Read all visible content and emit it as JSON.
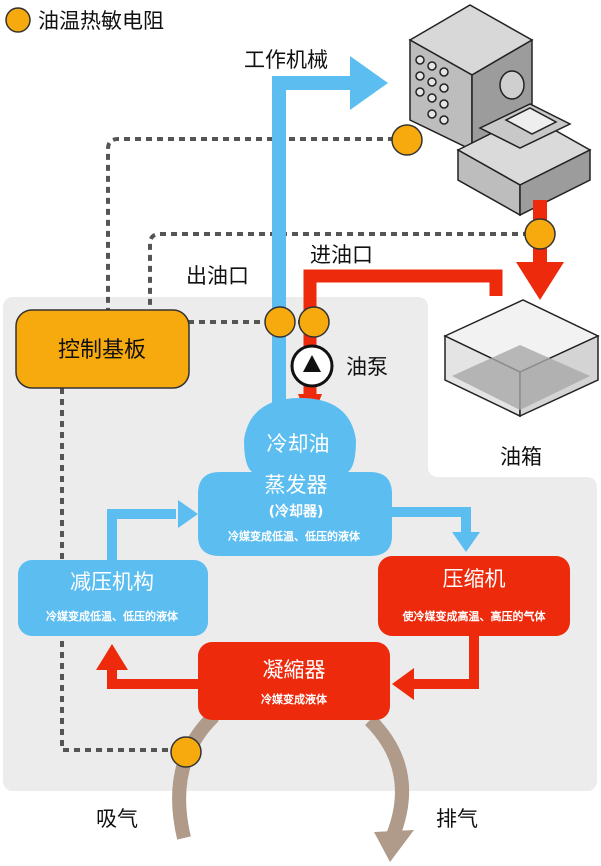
{
  "legend": {
    "label": "油温热敏电阻"
  },
  "labels": {
    "machine": "工作机械",
    "outlet": "出油口",
    "inlet": "进油口",
    "pump": "油泵",
    "tank": "油箱",
    "intake": "吸气",
    "exhaust": "排气"
  },
  "boxes": {
    "control": {
      "title": "控制基板"
    },
    "evaporator": {
      "top": "冷却油",
      "title": "蒸发器",
      "subtitle": "(冷却器)",
      "desc": "冷媒变成低温、低压的液体"
    },
    "expansion": {
      "title": "减压机构",
      "desc": "冷媒变成低温、低压的液体"
    },
    "compressor": {
      "title": "压缩机",
      "desc": "使冷媒变成高温、高压的气体"
    },
    "condenser": {
      "title": "凝縮器",
      "desc": "冷媒变成液体"
    }
  },
  "colors": {
    "light_blue": "#5cbdf0",
    "red": "#ee2a0c",
    "orange": "#f7aa0e",
    "gray_bg": "#ececec",
    "dashed": "#555555",
    "air": "#b09a8a"
  }
}
